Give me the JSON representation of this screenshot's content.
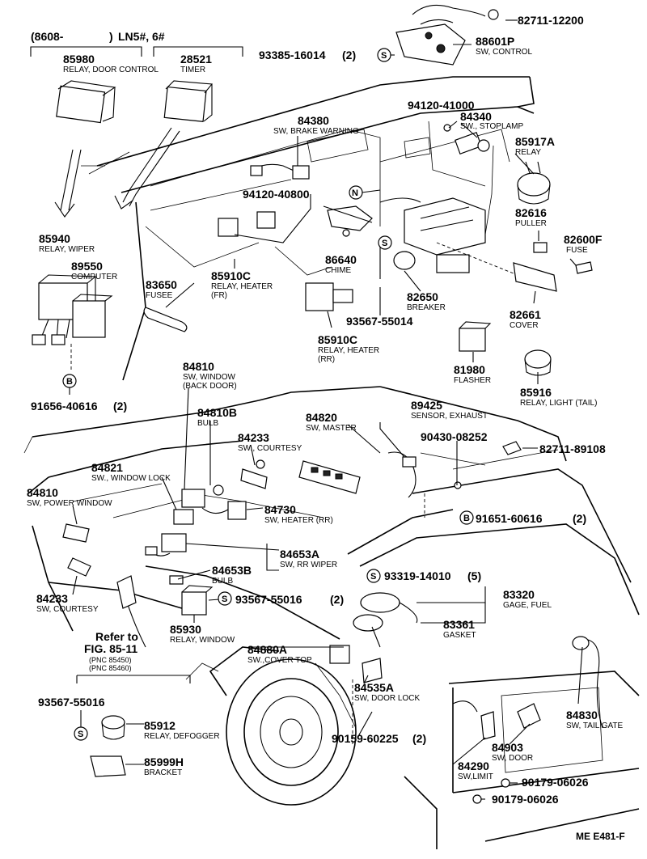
{
  "header": {
    "model_range": "(8608-",
    "model_close": ")",
    "model_codes": "LN5#, 6#"
  },
  "symbols": {
    "s": "S",
    "b": "B",
    "n": "N"
  },
  "parts": [
    {
      "id": "p85980",
      "number": "85980",
      "name": "RELAY, DOOR CONTROL"
    },
    {
      "id": "p28521",
      "number": "28521",
      "name": "TIMER"
    },
    {
      "id": "p82711_12200",
      "number": "82711-12200",
      "name": ""
    },
    {
      "id": "p88601P",
      "number": "88601P",
      "name": "SW, CONTROL"
    },
    {
      "id": "p93385",
      "number": "93385-16014",
      "qty": "(2)",
      "name": ""
    },
    {
      "id": "p94120_41000",
      "number": "94120-41000",
      "name": ""
    },
    {
      "id": "p84340",
      "number": "84340",
      "name": "SW., STOPLAMP"
    },
    {
      "id": "p85917A",
      "number": "85917A",
      "name": "RELAY"
    },
    {
      "id": "p84380",
      "number": "84380",
      "name": "SW, BRAKE WARNING"
    },
    {
      "id": "p94120_40800",
      "number": "94120-40800",
      "name": ""
    },
    {
      "id": "p82616",
      "number": "82616",
      "name": "PULLER"
    },
    {
      "id": "p82600F",
      "number": "82600F",
      "name": "FUSE"
    },
    {
      "id": "p85940",
      "number": "85940",
      "name": "RELAY, WIPER"
    },
    {
      "id": "p89550",
      "number": "89550",
      "name": "COMPUTER"
    },
    {
      "id": "p83650",
      "number": "83650",
      "name": "FUSEE"
    },
    {
      "id": "p85910C_fr",
      "number": "85910C",
      "name": "RELAY, HEATER",
      "sub": "(FR)"
    },
    {
      "id": "p86640",
      "number": "86640",
      "name": "CHIME"
    },
    {
      "id": "p82650",
      "number": "82650",
      "name": "BREAKER"
    },
    {
      "id": "p82661",
      "number": "82661",
      "name": "COVER"
    },
    {
      "id": "p93567_55014",
      "number": "93567-55014",
      "name": ""
    },
    {
      "id": "p85910C_rr",
      "number": "85910C",
      "name": "RELAY, HEATER",
      "sub": "(RR)"
    },
    {
      "id": "p81980",
      "number": "81980",
      "name": "FLASHER"
    },
    {
      "id": "p85916",
      "number": "85916",
      "name": "RELAY, LIGHT (TAIL)"
    },
    {
      "id": "p91656",
      "number": "91656-40616",
      "qty": "(2)",
      "name": ""
    },
    {
      "id": "p84810_back",
      "number": "84810",
      "name": "SW, WINDOW",
      "sub": "(BACK DOOR)"
    },
    {
      "id": "p84810B",
      "number": "84810B",
      "name": "BULB"
    },
    {
      "id": "p89425",
      "number": "89425",
      "name": "SENSOR, EXHAUST"
    },
    {
      "id": "p84820",
      "number": "84820",
      "name": "SW, MASTER"
    },
    {
      "id": "p90430",
      "number": "90430-08252",
      "name": ""
    },
    {
      "id": "p84233_top",
      "number": "84233",
      "name": "SW., COURTESY"
    },
    {
      "id": "p82711_89108",
      "number": "82711-89108",
      "name": ""
    },
    {
      "id": "p84821",
      "number": "84821",
      "name": "SW., WINDOW LOCK"
    },
    {
      "id": "p84810_pw",
      "number": "84810",
      "name": "SW, POWER WINDOW"
    },
    {
      "id": "p84730",
      "number": "84730",
      "name": "SW, HEATER (RR)"
    },
    {
      "id": "p91651",
      "number": "91651-60616",
      "qty": "(2)",
      "name": ""
    },
    {
      "id": "p84653A",
      "number": "84653A",
      "name": "SW, RR WIPER"
    },
    {
      "id": "p84653B",
      "number": "84653B",
      "name": "BULB"
    },
    {
      "id": "p93319",
      "number": "93319-14010",
      "qty": "(5)",
      "name": ""
    },
    {
      "id": "p84233_low",
      "number": "84233",
      "name": "SW, COURTESY"
    },
    {
      "id": "p93567_55016_a",
      "number": "93567-55016",
      "qty": "(2)",
      "name": ""
    },
    {
      "id": "p83320",
      "number": "83320",
      "name": "GAGE, FUEL"
    },
    {
      "id": "p83361",
      "number": "83361",
      "name": "GASKET"
    },
    {
      "id": "p85930",
      "number": "85930",
      "name": "RELAY, WINDOW"
    },
    {
      "id": "p84880A",
      "number": "84880A",
      "name": "SW.,COVER TOP"
    },
    {
      "id": "p84535A",
      "number": "84535A",
      "name": "SW, DOOR LOCK"
    },
    {
      "id": "p84830",
      "number": "84830",
      "name": "SW, TAIL GATE"
    },
    {
      "id": "p93567_55016_b",
      "number": "93567-55016",
      "name": ""
    },
    {
      "id": "p85912",
      "number": "85912",
      "name": "RELAY, DEFOGGER"
    },
    {
      "id": "p90159",
      "number": "90159-60225",
      "qty": "(2)",
      "name": ""
    },
    {
      "id": "p84903",
      "number": "84903",
      "name": "SW, DOOR"
    },
    {
      "id": "p85999H",
      "number": "85999H",
      "name": "BRACKET"
    },
    {
      "id": "p84290",
      "number": "84290",
      "name": "SW,LIMIT"
    },
    {
      "id": "p90179_a",
      "number": "90179-06026",
      "name": ""
    },
    {
      "id": "p90179_b",
      "number": "90179-06026",
      "name": ""
    }
  ],
  "refer": {
    "text": "Refer to",
    "fig": "FIG. 85-11",
    "pnc1": "(PNC 85450)",
    "pnc2": "(PNC 85460)"
  },
  "footer": {
    "code": "ME E481-F"
  }
}
